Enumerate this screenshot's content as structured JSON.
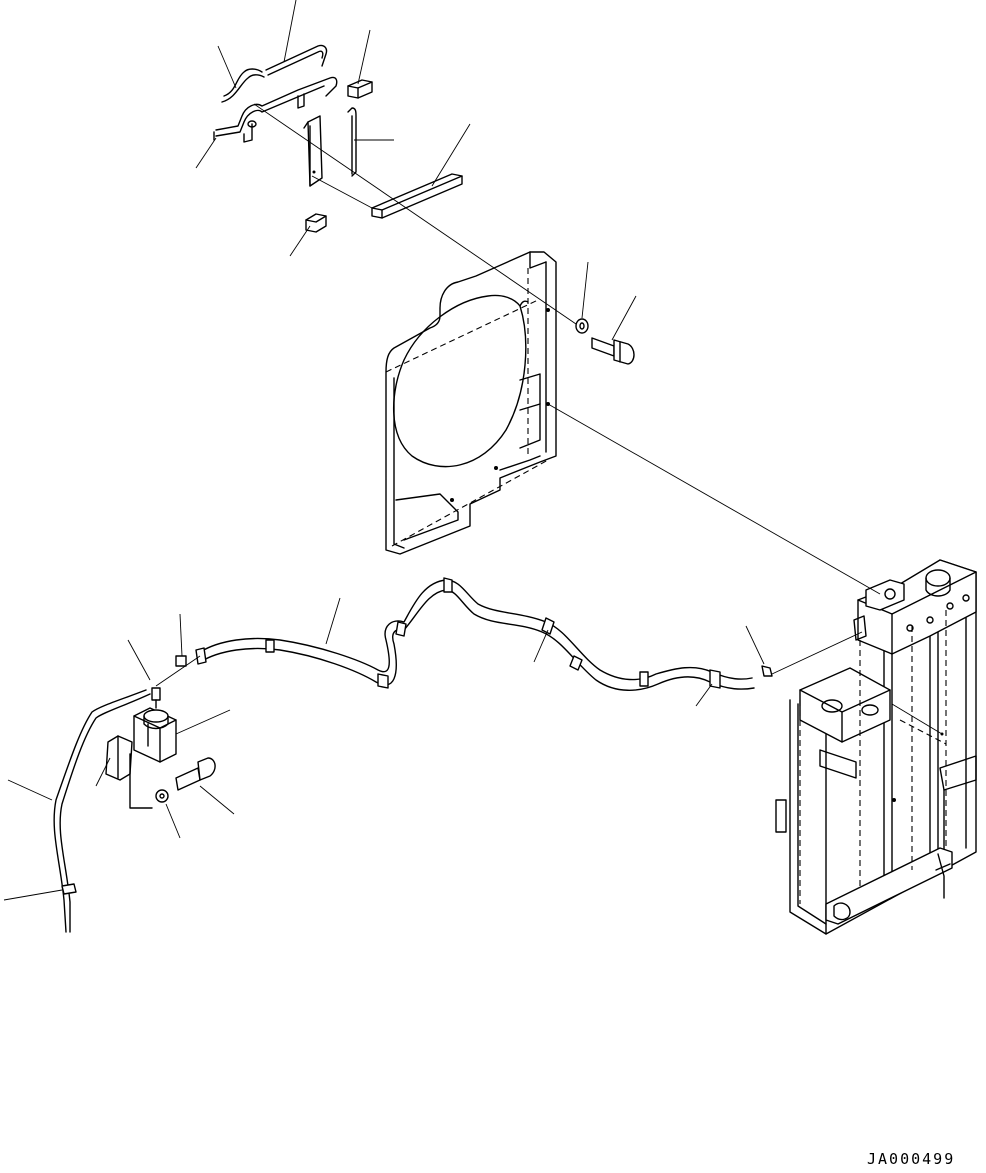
{
  "drawing": {
    "id_label": "JA000499"
  },
  "parts": [
    {
      "name": "upper-seal-strip"
    },
    {
      "name": "shroud-upper-bracket"
    },
    {
      "name": "side-plate"
    },
    {
      "name": "seal-pad"
    },
    {
      "name": "seal-strip-vertical"
    },
    {
      "name": "seal-bar"
    },
    {
      "name": "fan-shroud"
    },
    {
      "name": "washer"
    },
    {
      "name": "bolt"
    },
    {
      "name": "overflow-hose"
    },
    {
      "name": "reservoir-tank"
    },
    {
      "name": "radiator-assembly"
    }
  ]
}
